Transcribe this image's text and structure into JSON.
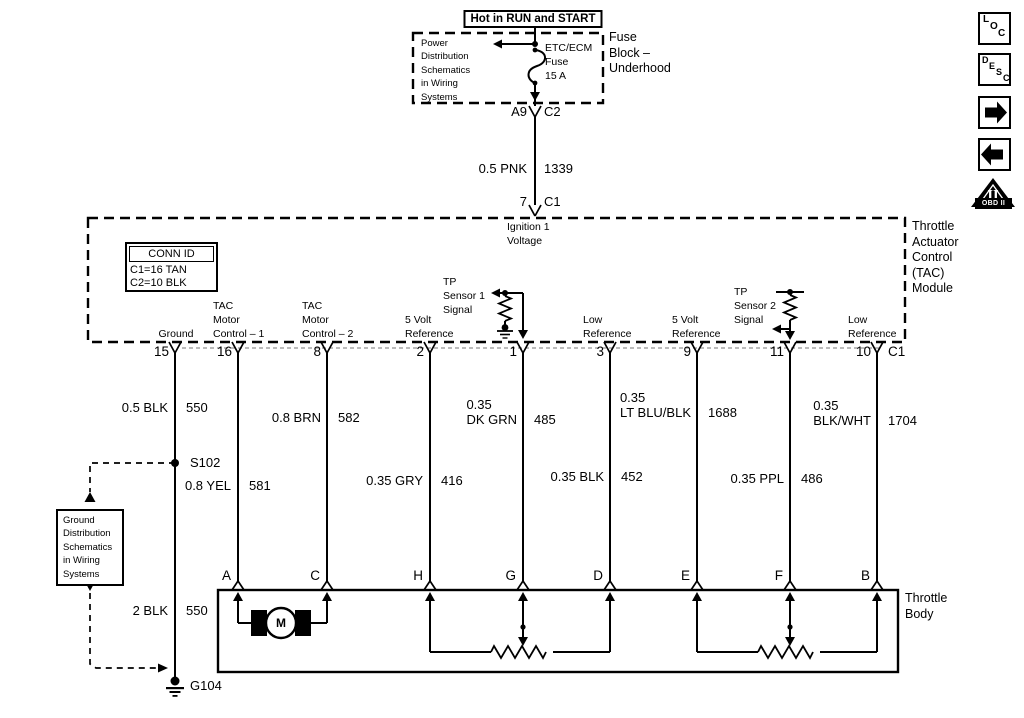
{
  "power": {
    "source_label": "Hot in RUN and START"
  },
  "fuse_block": {
    "title": "Fuse\nBlock –\nUnderhood",
    "schematics_ref": "Power\nDistribution\nSchematics\nin Wiring\nSystems",
    "fuse_label": "ETC/ECM\nFuse\n15 A"
  },
  "feed": {
    "pin_top": "A9",
    "conn_top": "C2",
    "wire": "0.5 PNK",
    "circuit": "1339",
    "pin_bottom": "7",
    "conn_bottom": "C1"
  },
  "module": {
    "title": "Throttle\nActuator\nControl\n(TAC)\nModule",
    "conn_id": {
      "title": "CONN ID",
      "row1": "C1=16 TAN",
      "row2": "C2=10 BLK"
    },
    "ignition": "Ignition 1\nVoltage",
    "tp1": "TP\nSensor 1\nSignal",
    "tp2": "TP\nSensor 2\nSignal",
    "fn_ground": "Ground",
    "fn_tac1": "TAC\nMotor\nControl – 1",
    "fn_tac2": "TAC\nMotor\nControl – 2",
    "fn_5v_a": "5 Volt\nReference",
    "fn_low_a": "Low\nReference",
    "fn_5v_b": "5 Volt\nReference",
    "fn_low_b": "Low\nReference",
    "pins": {
      "p15": "15",
      "p16": "16",
      "p8": "8",
      "p2": "2",
      "p1": "1",
      "p3": "3",
      "p9": "9",
      "p11": "11",
      "p10": "10"
    },
    "conn_label": "C1"
  },
  "wires": {
    "w15": {
      "label": "0.5 BLK",
      "circuit": "550"
    },
    "w16": {
      "label": "0.8 YEL",
      "circuit": "581"
    },
    "w8": {
      "label": "0.8 BRN",
      "circuit": "582"
    },
    "w2": {
      "label": "0.35 GRY",
      "circuit": "416"
    },
    "w1": {
      "label": "0.35\nDK GRN",
      "circuit": "485"
    },
    "w3": {
      "label": "0.35 BLK",
      "circuit": "452"
    },
    "w9": {
      "label": "0.35\nLT BLU/BLK",
      "circuit": "1688"
    },
    "w11": {
      "label": "0.35 PPL",
      "circuit": "486"
    },
    "w10": {
      "label": "0.35\nBLK/WHT",
      "circuit": "1704"
    },
    "wg": {
      "label": "2 BLK",
      "circuit": "550"
    }
  },
  "grounds": {
    "splice": "S102",
    "ground_id": "G104",
    "ref_box": "Ground\nDistribution\nSchematics\nin Wiring\nSystems"
  },
  "throttle_body": {
    "title": "Throttle\nBody",
    "motor": "M",
    "terminals": {
      "a": "A",
      "c": "C",
      "h": "H",
      "g": "G",
      "d": "D",
      "e": "E",
      "f": "F",
      "b": "B"
    }
  },
  "sidebar": {
    "loc": {
      "l1": "L",
      "l2": "O",
      "l3": "C"
    },
    "desc": {
      "l1": "D",
      "l2": "E",
      "l3": "S",
      "l4": "C"
    },
    "obd": {
      "numeral": "II",
      "label": "OBD II"
    }
  }
}
